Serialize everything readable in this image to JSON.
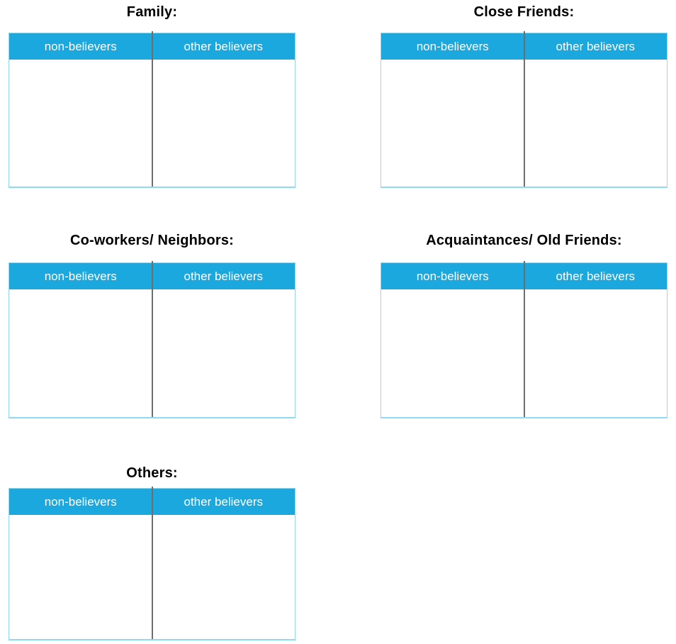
{
  "document": {
    "background": "#FFFFFF",
    "description_colors": {
      "header_background": "#1BA8DE",
      "header_text": "#FFFFFF",
      "table_border": "#8ED9F4",
      "column_divider": "#6E6E6E",
      "title_text": "#000000"
    }
  },
  "column_headers": {
    "left": "non-believers",
    "right": "other believers"
  },
  "sections": [
    {
      "title": "Family:"
    },
    {
      "title": "Close Friends:"
    },
    {
      "title": "Co-workers/ Neighbors:"
    },
    {
      "title": "Acquaintances/ Old Friends:"
    },
    {
      "title": "Others:"
    }
  ]
}
